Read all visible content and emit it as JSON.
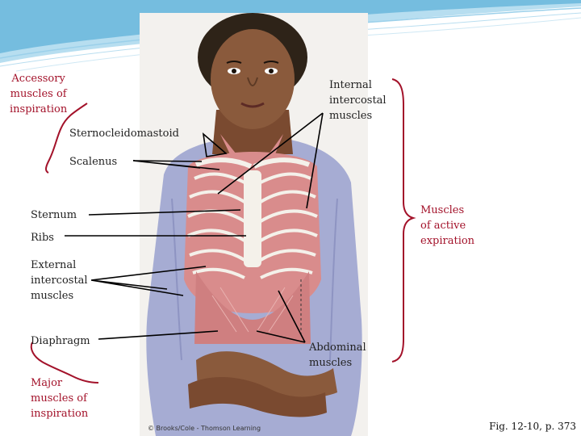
{
  "labels": {
    "accessory": "Accessory\nmuscles of\ninspiration",
    "internal_intercostal": "Internal\nintercostal\nmuscles",
    "sternocleidomastoid": "Sternocleidomastoid",
    "scalenus": "Scalenus",
    "sternum": "Sternum",
    "ribs": "Ribs",
    "active_expiration": "Muscles\nof active\nexpiration",
    "external_intercostal": "External\nintercostal\nmuscles",
    "diaphragm": "Diaphragm",
    "abdominal": "Abdominal\nmuscles",
    "major_inspiration": "Major\nmuscles of\ninspiration"
  },
  "credit": "© Brooks/Cole - Thomson Learning",
  "figure_ref": "Fig. 12-10, p. 373",
  "colors": {
    "red_label": "#a3122a",
    "bracket": "#a3122a",
    "leader_line": "#000000",
    "swoosh": "#5fb3d9",
    "muscle": "#d98c8c",
    "shirt": "#a6acd3",
    "skin": "#8a5a3c"
  }
}
